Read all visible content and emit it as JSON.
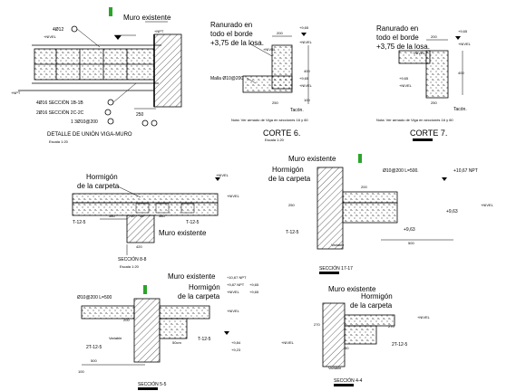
{
  "detail_union": {
    "title": "DETALLE DE UNIÓN VIGA-MURO",
    "scale": "Escala 1:20",
    "labels": {
      "muro": "Muro existente",
      "bar1": "4Ø12",
      "bar2": "4Ø16 SECCIÓN 1B-1B",
      "bar3": "2Ø16 SECCIÓN 2C-2C",
      "bar4": "1 3Ø10@200",
      "nivel": "+NIVEL",
      "npt": "+NPT",
      "npt_left": "+NPT",
      "dim": "250"
    }
  },
  "corte6": {
    "title": "CORTE 6.",
    "scale": "Escala 1:20",
    "note1": "Ranurado en",
    "note2": "todo el borde",
    "note3": "+3,75 de la losa.",
    "malla": "Malla Ø10@200",
    "tacon": "Tacón.",
    "footnote": "Nota: Ver armado de Viga en secciones 16 y 60",
    "dims": [
      "200",
      "400",
      "100",
      "250"
    ],
    "levels": [
      "+9,65",
      "+NIVEL",
      "+NIVEL",
      "+9,65",
      "+NIVEL"
    ]
  },
  "corte7": {
    "title": "CORTE 7.",
    "note1": "Ranurado en",
    "note2": "todo el borde",
    "note3": "+3,75 de la losa.",
    "tacon": "Tacón.",
    "footnote": "Nota: Ver armado de Viga en secciones 16 y 60",
    "dims": [
      "200",
      "400",
      "250"
    ],
    "levels": [
      "+9,65",
      "+NIVEL",
      "+NIVEL",
      "+9,65",
      "+NIVEL"
    ]
  },
  "seccion88": {
    "title": "SECCIÓN 8-8",
    "scale": "Escala 1:20",
    "hormigon1": "Hormigón",
    "hormigon2": "de la carpeta",
    "muro": "Muro existente",
    "t12a": "T-12-5",
    "t12b": "T-12-5",
    "dims": [
      "380",
      "50",
      "50",
      "380",
      "420"
    ],
    "levels": [
      "+NIVEL",
      "+NIVEL"
    ]
  },
  "seccion1717": {
    "title": "SECCIÓN 17-17",
    "muro": "Muro existente",
    "hormigon1": "Hormigón",
    "hormigon2": "de la carpeta",
    "bar": "Ø10@200 L=500.",
    "npt": "+10,67 NPT",
    "lvl1": "+9,63",
    "lvl2": "+9,63",
    "nivel": "+NIVEL",
    "t12": "T-12-5",
    "variable": "Variable",
    "dims": [
      "250",
      "200",
      "500"
    ]
  },
  "seccion55": {
    "title": "SECCIÓN 5-5",
    "muro": "Muro existente",
    "hormigon1": "Hormigón",
    "hormigon2": "de la carpeta",
    "bar": "Ø10@200 L=500",
    "npt1": "+10,67 NPT",
    "npt2": "+9,87 NPT",
    "lvl1": "+9,65",
    "lvl2": "+9,65",
    "lvl3": "+9,84",
    "lvl4": "+9,23",
    "nivel1": "+NIVEL",
    "nivel2": "+NIVEL",
    "t2": "2T-12-5",
    "t12": "T-12-5",
    "variable": "Variable",
    "dims": [
      "500",
      "100",
      "50cm",
      "200"
    ]
  },
  "seccion44": {
    "title": "SECCIÓN 4-4",
    "muro": "Muro existente",
    "hormigon1": "Hormigón",
    "hormigon2": "de la carpeta",
    "t2": "2T-12-5",
    "nivel1": "+NIVEL",
    "nivel2": "+NIVEL",
    "variable": "Variable",
    "dims": [
      "270",
      "50",
      "270"
    ]
  }
}
